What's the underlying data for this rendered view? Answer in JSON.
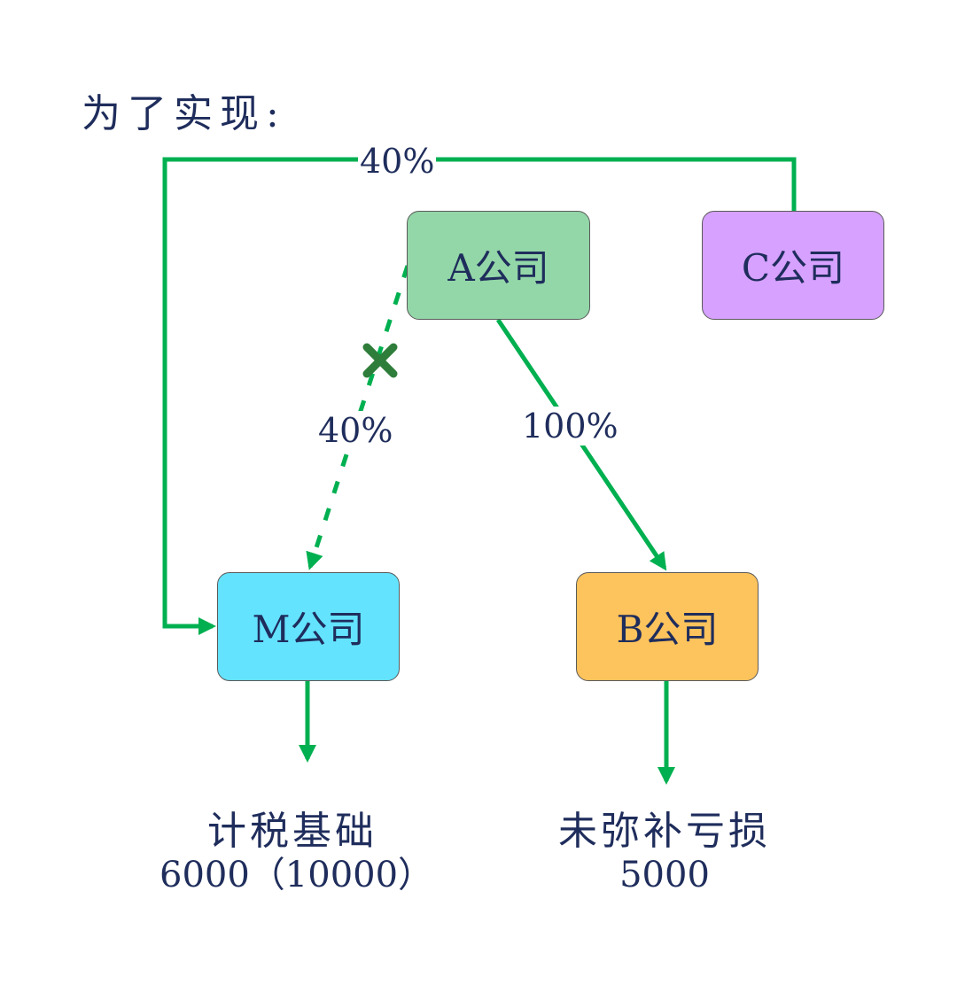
{
  "heading": "为了实现:",
  "nodes": {
    "a": "A公司",
    "b": "B公司",
    "c": "C公司",
    "m": "M公司"
  },
  "edges": {
    "c_to_m": {
      "label": "40%",
      "style": "solid",
      "color": "#00b050"
    },
    "a_to_m": {
      "label": "40%",
      "style": "dashed",
      "color": "#00b050",
      "blocked_mark": "x-mark"
    },
    "a_to_b": {
      "label": "100%",
      "style": "solid",
      "color": "#00b050"
    }
  },
  "captions": {
    "m": {
      "line1": "计税基础",
      "line2": "6000（10000）"
    },
    "b": {
      "line1": "未弥补亏损",
      "line2": "5000"
    }
  }
}
